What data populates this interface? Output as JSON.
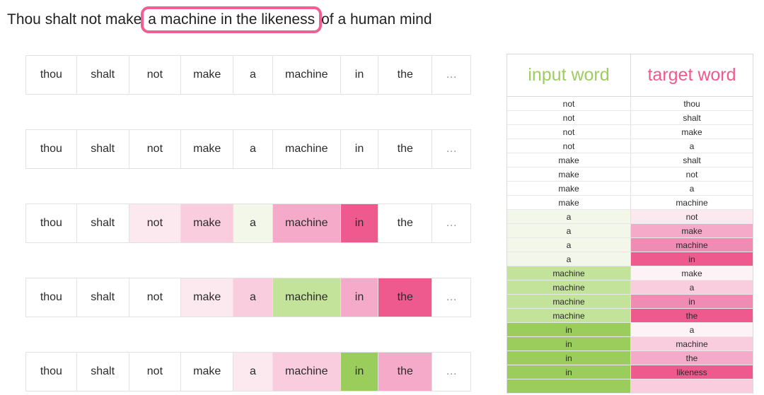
{
  "headline": {
    "before": "Thou shalt not make",
    "highlighted": "a machine in the likeness",
    "after": "of a human mind",
    "highlight_border_color": "#ef5f93"
  },
  "colors": {
    "green_strong": "#9acd5c",
    "green_mid": "#c3e29a",
    "green_light": "#dcecc4",
    "green_faint": "#f2f7e9",
    "pink_strong": "#ee5a8d",
    "pink_mid": "#f08cb4",
    "pink_soft": "#f4aac8",
    "pink_light": "#f9cddd",
    "pink_faint": "#fce9f0",
    "pink_ghost": "#fdf2f6",
    "white": "#ffffff",
    "grid_border": "#e2e2e2",
    "table_border": "#d9d9d9"
  },
  "word_grid": {
    "columns": [
      "thou",
      "shalt",
      "not",
      "make",
      "a",
      "machine",
      "in",
      "the",
      "…"
    ],
    "rows": [
      {
        "words": [
          "thou",
          "shalt",
          "not",
          "make",
          "a",
          "machine",
          "in",
          "the",
          "…"
        ],
        "fills": [
          "#ffffff",
          "#ffffff",
          "#ffffff",
          "#ffffff",
          "#ffffff",
          "#ffffff",
          "#ffffff",
          "#ffffff",
          "#ffffff"
        ]
      },
      {
        "words": [
          "thou",
          "shalt",
          "not",
          "make",
          "a",
          "machine",
          "in",
          "the",
          "…"
        ],
        "fills": [
          "#ffffff",
          "#ffffff",
          "#ffffff",
          "#ffffff",
          "#ffffff",
          "#ffffff",
          "#ffffff",
          "#ffffff",
          "#ffffff"
        ]
      },
      {
        "words": [
          "thou",
          "shalt",
          "not",
          "make",
          "a",
          "machine",
          "in",
          "the",
          "…"
        ],
        "fills": [
          "#ffffff",
          "#ffffff",
          "#fce9f0",
          "#f9cddd",
          "#f2f7e9",
          "#f4aac8",
          "#ee5a8d",
          "#ffffff",
          "#ffffff"
        ]
      },
      {
        "words": [
          "thou",
          "shalt",
          "not",
          "make",
          "a",
          "machine",
          "in",
          "the",
          "…"
        ],
        "fills": [
          "#ffffff",
          "#ffffff",
          "#ffffff",
          "#fce9f0",
          "#f9cddd",
          "#c3e29a",
          "#f4aac8",
          "#ee5a8d",
          "#ffffff"
        ]
      },
      {
        "words": [
          "thou",
          "shalt",
          "not",
          "make",
          "a",
          "machine",
          "in",
          "the",
          "…"
        ],
        "fills": [
          "#ffffff",
          "#ffffff",
          "#ffffff",
          "#ffffff",
          "#fce9f0",
          "#f9cddd",
          "#9acd5c",
          "#f4aac8",
          "#ffffff"
        ]
      }
    ]
  },
  "pair_table": {
    "headers": {
      "input": "input word",
      "target": "target word"
    },
    "rows": [
      {
        "input": "not",
        "target": "thou",
        "input_fill": "#ffffff",
        "target_fill": "#ffffff"
      },
      {
        "input": "not",
        "target": "shalt",
        "input_fill": "#ffffff",
        "target_fill": "#ffffff"
      },
      {
        "input": "not",
        "target": "make",
        "input_fill": "#ffffff",
        "target_fill": "#ffffff"
      },
      {
        "input": "not",
        "target": "a",
        "input_fill": "#ffffff",
        "target_fill": "#ffffff"
      },
      {
        "input": "make",
        "target": "shalt",
        "input_fill": "#ffffff",
        "target_fill": "#ffffff"
      },
      {
        "input": "make",
        "target": "not",
        "input_fill": "#ffffff",
        "target_fill": "#ffffff"
      },
      {
        "input": "make",
        "target": "a",
        "input_fill": "#ffffff",
        "target_fill": "#ffffff"
      },
      {
        "input": "make",
        "target": "machine",
        "input_fill": "#ffffff",
        "target_fill": "#ffffff"
      },
      {
        "input": "a",
        "target": "not",
        "input_fill": "#f2f7e9",
        "target_fill": "#fce9f0"
      },
      {
        "input": "a",
        "target": "make",
        "input_fill": "#f2f7e9",
        "target_fill": "#f4aac8"
      },
      {
        "input": "a",
        "target": "machine",
        "input_fill": "#f2f7e9",
        "target_fill": "#f08cb4"
      },
      {
        "input": "a",
        "target": "in",
        "input_fill": "#f2f7e9",
        "target_fill": "#ee5a8d"
      },
      {
        "input": "machine",
        "target": "make",
        "input_fill": "#c3e29a",
        "target_fill": "#fdf2f6"
      },
      {
        "input": "machine",
        "target": "a",
        "input_fill": "#c3e29a",
        "target_fill": "#f9cddd"
      },
      {
        "input": "machine",
        "target": "in",
        "input_fill": "#c3e29a",
        "target_fill": "#f08cb4"
      },
      {
        "input": "machine",
        "target": "the",
        "input_fill": "#c3e29a",
        "target_fill": "#ee5a8d"
      },
      {
        "input": "in",
        "target": "a",
        "input_fill": "#9acd5c",
        "target_fill": "#fdf2f6"
      },
      {
        "input": "in",
        "target": "machine",
        "input_fill": "#9acd5c",
        "target_fill": "#f9cddd"
      },
      {
        "input": "in",
        "target": "the",
        "input_fill": "#9acd5c",
        "target_fill": "#f4aac8"
      },
      {
        "input": "in",
        "target": "likeness",
        "input_fill": "#9acd5c",
        "target_fill": "#ee5a8d"
      },
      {
        "input": "",
        "target": "",
        "input_fill": "#9acd5c",
        "target_fill": "#f9cddd"
      }
    ]
  }
}
